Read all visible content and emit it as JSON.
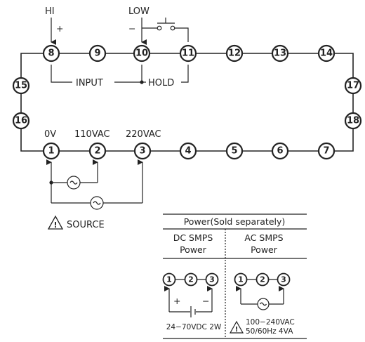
{
  "terminals": [
    "1",
    "2",
    "3",
    "4",
    "5",
    "6",
    "7",
    "8",
    "9",
    "10",
    "11",
    "12",
    "13",
    "14",
    "15",
    "16",
    "17",
    "18"
  ],
  "labels": {
    "hi": "HI",
    "low": "LOW",
    "plus": "+",
    "minus": "−",
    "input": "INPUT",
    "hold": "HOLD",
    "zero_v": "0V",
    "v110": "110VAC",
    "v220": "220VAC",
    "source": "SOURCE"
  },
  "power_box": {
    "title": "Power(Sold separately)",
    "dc_header_line1": "DC SMPS",
    "dc_header_line2": "Power",
    "ac_header_line1": "AC SMPS",
    "ac_header_line2": "Power",
    "dc_terminals": [
      "1",
      "2",
      "3"
    ],
    "ac_terminals": [
      "1",
      "2",
      "3"
    ],
    "dc_plus": "+",
    "dc_minus": "−",
    "dc_spec": "24−70VDC 2W",
    "ac_spec_line1": "100−240VAC",
    "ac_spec_line2": "50/60Hz 4VA"
  }
}
